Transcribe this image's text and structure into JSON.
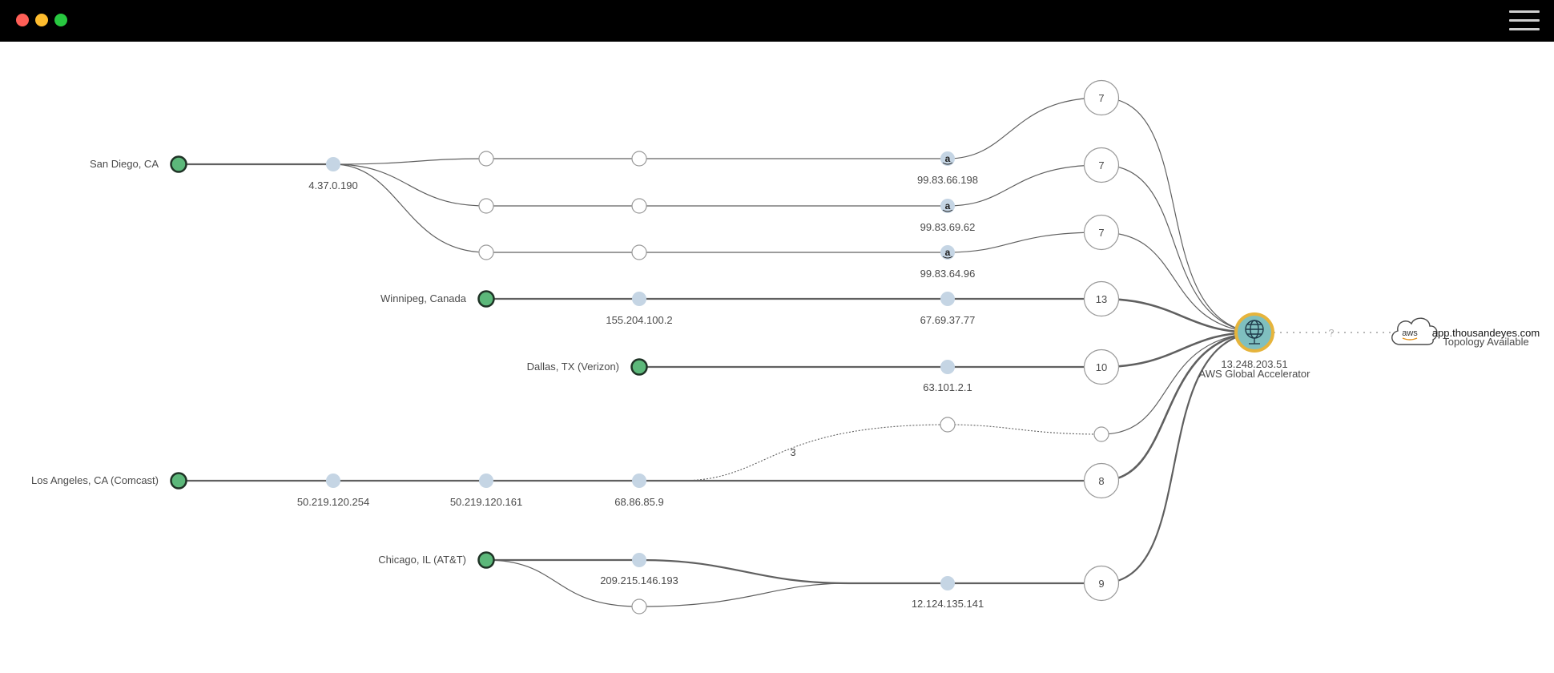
{
  "window": {
    "controls": {
      "close_color": "#ff5f57",
      "minimize_color": "#febc2e",
      "maximize_color": "#28c840"
    },
    "menu_icon": "hamburger-menu-icon"
  },
  "colors": {
    "agent_fill": "#5cb87a",
    "agent_stroke": "#1f3326",
    "hop_fill": "#c5d5e4",
    "link": "#606060",
    "accelerator_ring": "#e6b43c",
    "accelerator_fill": "#7fbfbf"
  },
  "agents": [
    {
      "id": "sd",
      "label": "San Diego, CA"
    },
    {
      "id": "wp",
      "label": "Winnipeg, Canada"
    },
    {
      "id": "dl",
      "label": "Dallas, TX (Verizon)"
    },
    {
      "id": "la",
      "label": "Los Angeles, CA (Comcast)"
    },
    {
      "id": "ch",
      "label": "Chicago, IL (AT&T)"
    }
  ],
  "hops": [
    {
      "id": "sd1",
      "ip": "4.37.0.190"
    },
    {
      "id": "am1",
      "ip": "99.83.66.198",
      "icon": "amazon-icon"
    },
    {
      "id": "am2",
      "ip": "99.83.69.62",
      "icon": "amazon-icon"
    },
    {
      "id": "am3",
      "ip": "99.83.64.96",
      "icon": "amazon-icon"
    },
    {
      "id": "wp1",
      "ip": "155.204.100.2"
    },
    {
      "id": "wp2",
      "ip": "67.69.37.77"
    },
    {
      "id": "dl1",
      "ip": "63.101.2.1"
    },
    {
      "id": "la1",
      "ip": "50.219.120.254"
    },
    {
      "id": "la2",
      "ip": "50.219.120.161"
    },
    {
      "id": "la3",
      "ip": "68.86.85.9"
    },
    {
      "id": "ch1",
      "ip": "209.215.146.193"
    },
    {
      "id": "ch2",
      "ip": "12.124.135.141"
    }
  ],
  "hidden_hop_groups": [
    {
      "id": "g1",
      "count": "7"
    },
    {
      "id": "g2",
      "count": "7"
    },
    {
      "id": "g3",
      "count": "7"
    },
    {
      "id": "g4",
      "count": "13"
    },
    {
      "id": "g5",
      "count": "10"
    },
    {
      "id": "g6",
      "count": "8"
    },
    {
      "id": "g7",
      "count": "9"
    }
  ],
  "dotted_link_label": "3",
  "accelerator": {
    "ip": "13.248.203.51",
    "name": "AWS Global Accelerator",
    "icon": "globe-icon"
  },
  "unknown_link_label": "?",
  "target": {
    "name": "app.thousandeyes.com",
    "status": "Topology Available",
    "icon": "aws-cloud-icon",
    "logo_text": "aws"
  }
}
